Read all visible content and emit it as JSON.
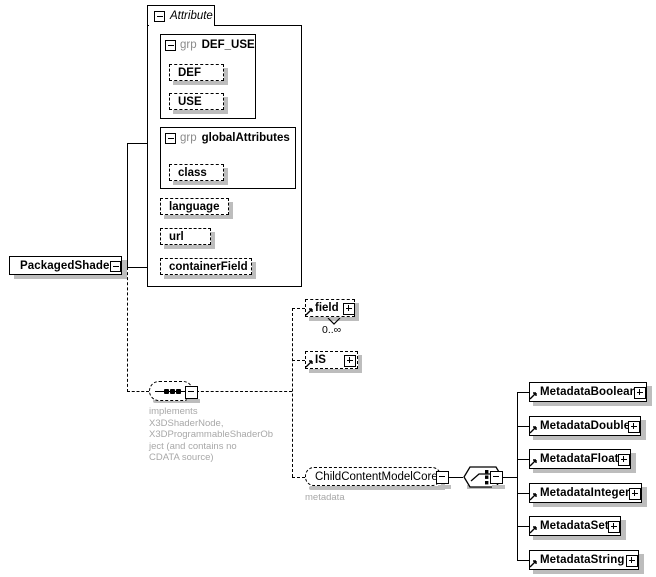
{
  "diagram": {
    "type": "xml-schema-element-diagram",
    "root_element": "PackagedShader",
    "colors": {
      "line": "#000000",
      "box_fill": "#ffffff",
      "shadow": "#bdbdbd",
      "muted_text": "#a8a8a8",
      "keyword_text": "#8c8c8c"
    }
  },
  "root": {
    "label": "PackagedShader",
    "expander": "minus"
  },
  "attribute_container": {
    "tab_label": "Attribute",
    "tab_expander": "minus",
    "groups": [
      {
        "keyword": "grp",
        "name": "DEF_USE",
        "expander": "minus",
        "attributes": [
          {
            "label": "DEF"
          },
          {
            "label": "USE"
          }
        ]
      },
      {
        "keyword": "grp",
        "name": "globalAttributes",
        "expander": "minus",
        "attributes": [
          {
            "label": "class"
          }
        ]
      }
    ],
    "attributes": [
      {
        "label": "language"
      },
      {
        "label": "url"
      },
      {
        "label": "containerField"
      }
    ]
  },
  "sequence": {
    "connector": "sequence-connector",
    "expander": "minus",
    "annotation_lines": [
      "implements",
      "X3DShaderNode,",
      "X3DProgrammableShaderOb",
      "ject (and contains no",
      "CDATA source)"
    ],
    "children": [
      {
        "label": "field",
        "expander": "plus",
        "cardinality": "0..∞",
        "optional": true,
        "is_reference": true
      },
      {
        "label": "IS",
        "expander": "plus",
        "optional": true,
        "is_reference": true
      },
      {
        "label": "ChildContentModelCore",
        "expander": "minus",
        "sublabel": "metadata",
        "kind": "group-reference"
      }
    ]
  },
  "choice": {
    "connector": "choice-connector",
    "expander": "minus",
    "options": [
      {
        "label": "MetadataBoolean",
        "expander": "plus"
      },
      {
        "label": "MetadataDouble",
        "expander": "plus"
      },
      {
        "label": "MetadataFloat",
        "expander": "plus"
      },
      {
        "label": "MetadataInteger",
        "expander": "plus"
      },
      {
        "label": "MetadataSet",
        "expander": "plus"
      },
      {
        "label": "MetadataString",
        "expander": "plus"
      }
    ]
  }
}
